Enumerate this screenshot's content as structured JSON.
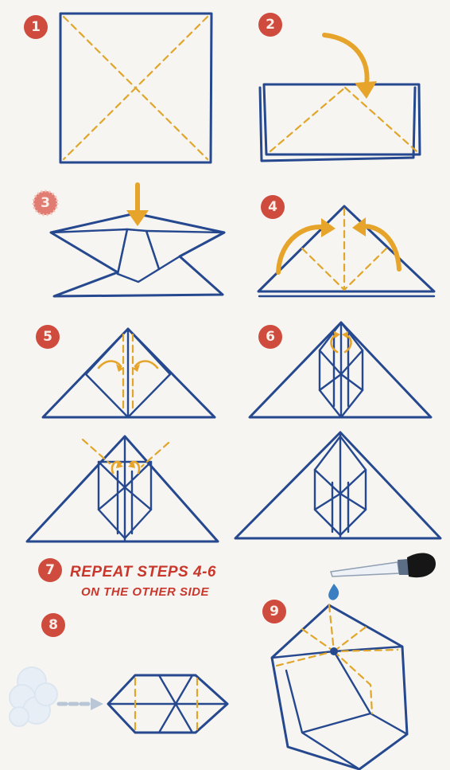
{
  "steps": {
    "s1": "1",
    "s2": "2",
    "s3": "3",
    "s4": "4",
    "s5": "5",
    "s6": "6",
    "s7": "7",
    "s8": "8",
    "s9": "9"
  },
  "step7": {
    "line1": "REPEAT STEPS 4-6",
    "line2": "ON THE OTHER SIDE"
  },
  "colors": {
    "outline": "#25488f",
    "fold_line": "#e0a62a",
    "arrow": "#e6a52a",
    "badge": "#cf4b3d",
    "label_text": "#c9372c"
  },
  "icons": {
    "dropper": "eye-dropper-icon",
    "drop": "water-drop-icon",
    "puff": "breath-puff-icon"
  }
}
